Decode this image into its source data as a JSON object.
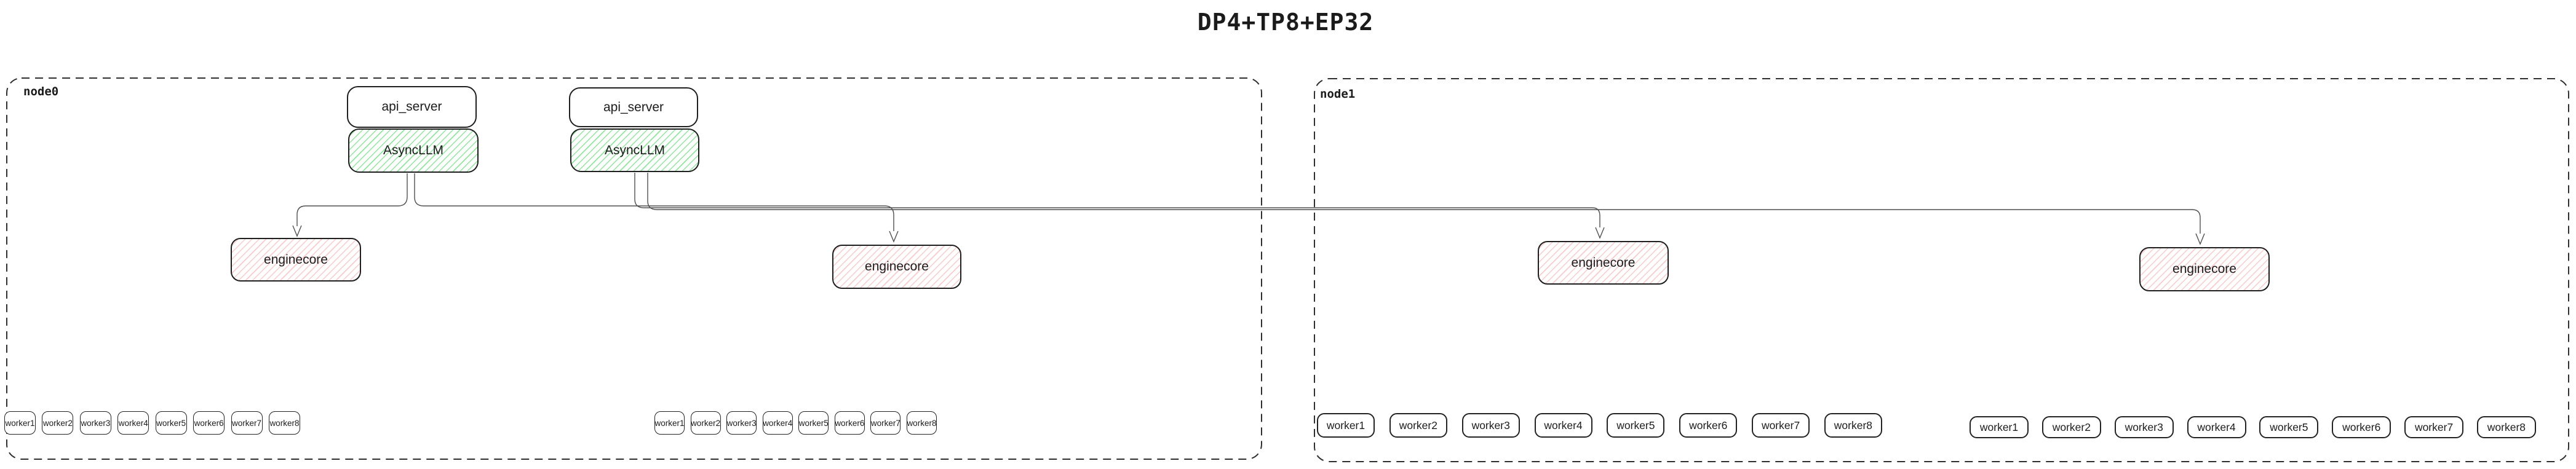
{
  "title": "DP4+TP8+EP32",
  "nodes": [
    {
      "label": "node0"
    },
    {
      "label": "node1"
    }
  ],
  "api_stacks": [
    {
      "api_server": "api_server",
      "async_llm": "AsyncLLM"
    },
    {
      "api_server": "api_server",
      "async_llm": "AsyncLLM"
    }
  ],
  "enginecores": [
    {
      "label": "enginecore",
      "node": "node0"
    },
    {
      "label": "enginecore",
      "node": "node0"
    },
    {
      "label": "enginecore",
      "node": "node1"
    },
    {
      "label": "enginecore",
      "node": "node1"
    }
  ],
  "worker_groups": [
    {
      "node": "node0",
      "workers": [
        "worker1",
        "worker2",
        "worker3",
        "worker4",
        "worker5",
        "worker6",
        "worker7",
        "worker8"
      ]
    },
    {
      "node": "node0",
      "workers": [
        "worker1",
        "worker2",
        "worker3",
        "worker4",
        "worker5",
        "worker6",
        "worker7",
        "worker8"
      ]
    },
    {
      "node": "node1",
      "workers": [
        "worker1",
        "worker2",
        "worker3",
        "worker4",
        "worker5",
        "worker6",
        "worker7",
        "worker8"
      ]
    },
    {
      "node": "node1",
      "workers": [
        "worker1",
        "worker2",
        "worker3",
        "worker4",
        "worker5",
        "worker6",
        "worker7",
        "worker8"
      ]
    }
  ],
  "colors": {
    "async_llm_hatch": "#8ce99a",
    "enginecore_hatch": "#ffc9c9",
    "box_border": "#1e1e1e",
    "edge": "#4f4f4f",
    "node_border": "#2e2e2e"
  }
}
